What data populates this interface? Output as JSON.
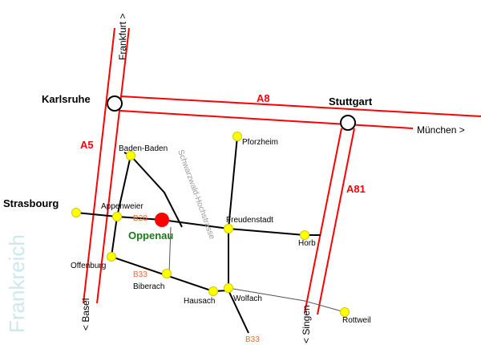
{
  "country_label": "Frankreich",
  "highways": {
    "a5": "A5",
    "a8": "A8",
    "a81": "A81"
  },
  "roads": {
    "b28": "B28",
    "b33a": "B33",
    "b33b": "B33",
    "scenic": "Schwarzwald-Hochstrasse"
  },
  "directions": {
    "frankfurt": "Frankfurt >",
    "muenchen": "München >",
    "basel": "< Basel",
    "singen": "< Singen"
  },
  "cities": {
    "karlsruhe": "Karlsruhe",
    "stuttgart": "Stuttgart",
    "strasbourg": "Strasbourg",
    "oppenau": "Oppenau"
  },
  "towns": {
    "baden_baden": "Baden-Baden",
    "appenweier": "Appenweier",
    "offenburg": "Offenburg",
    "biberach": "Biberach",
    "hausach": "Hausach",
    "wolfach": "Wolfach",
    "freudenstadt": "Freudenstadt",
    "horb": "Horb",
    "pforzheim": "Pforzheim",
    "rottweil": "Rottweil"
  },
  "colors": {
    "highway": "#ff0000",
    "town": "#ffff00",
    "highlight": "#ff0000",
    "highlight_label": "#1a7a1a"
  }
}
